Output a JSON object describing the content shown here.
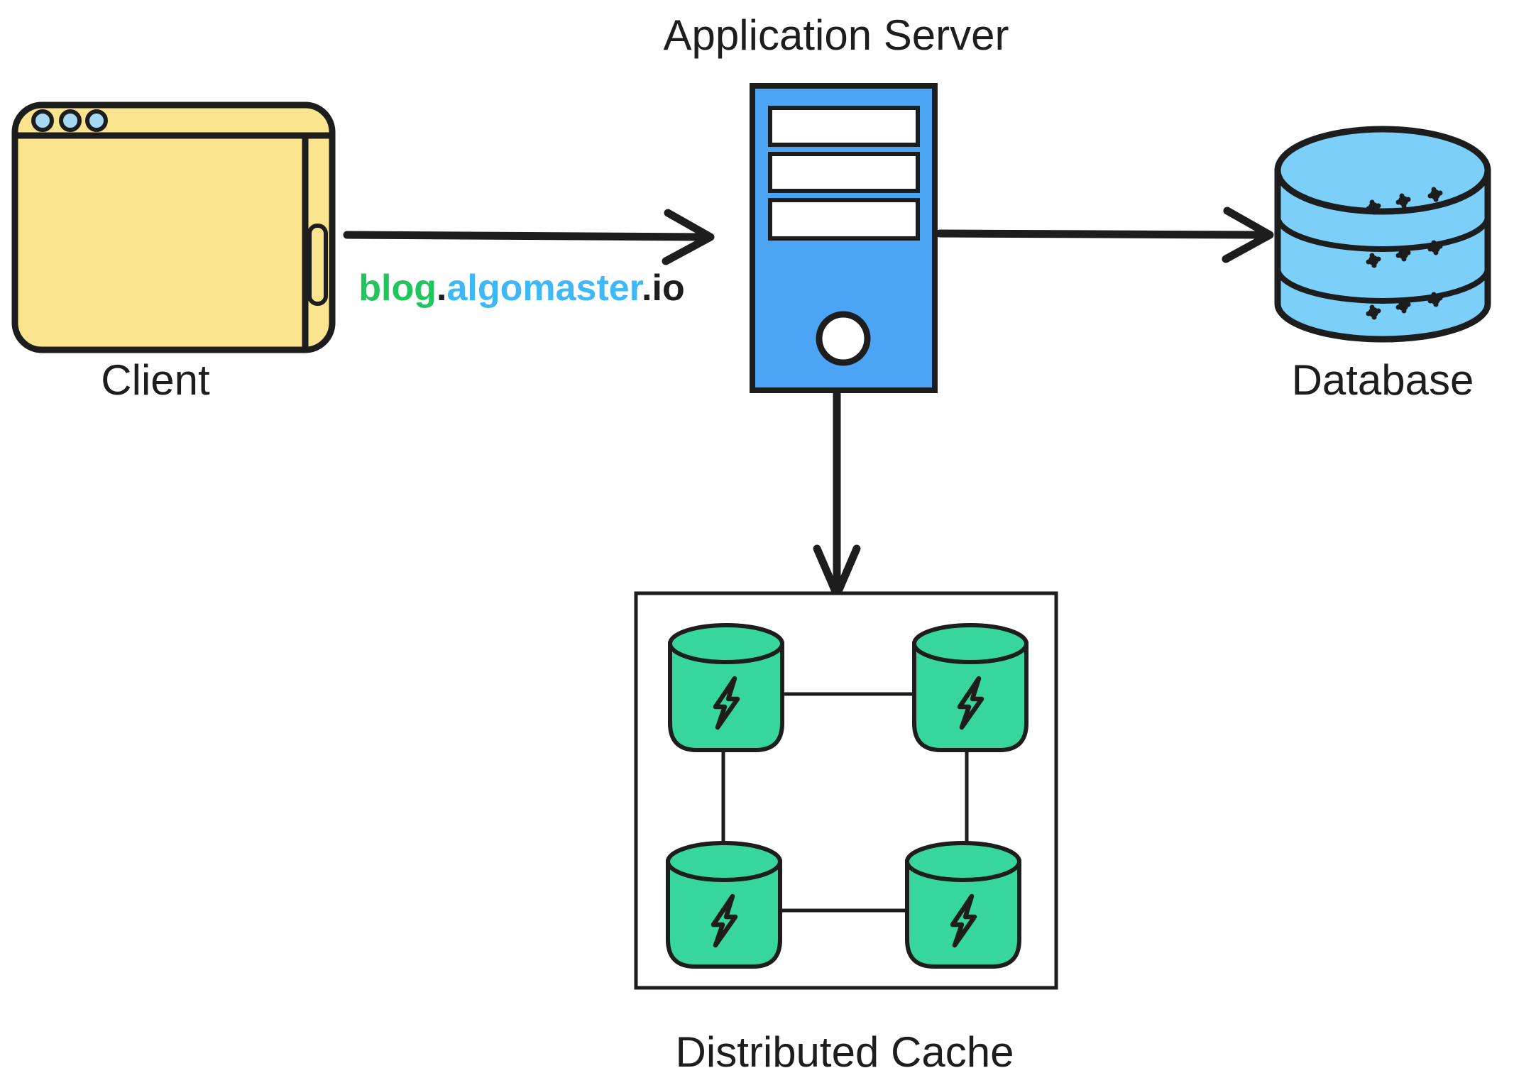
{
  "nodes": {
    "client": {
      "label": "Client",
      "type": "browser-window",
      "fill": "#FBE48E",
      "dots_fill": "#A5D9F6"
    },
    "app_server": {
      "label": "Application Server",
      "type": "server-tower",
      "fill": "#4BA5F4",
      "slot_count": 3
    },
    "database": {
      "label": "Database",
      "type": "database-cylinder",
      "fill": "#7BCFF9",
      "layer_count": 3
    },
    "distributed_cache": {
      "label": "Distributed Cache",
      "type": "cache-cluster",
      "node_count": 4,
      "node_fill": "#36D69C",
      "node_icon": "lightning-bolt"
    }
  },
  "edges": [
    {
      "from": "client",
      "to": "app_server",
      "style": "arrow"
    },
    {
      "from": "app_server",
      "to": "database",
      "style": "arrow"
    },
    {
      "from": "app_server",
      "to": "distributed_cache",
      "style": "arrow"
    },
    {
      "from": "cache-node-1",
      "to": "cache-node-2",
      "style": "line"
    },
    {
      "from": "cache-node-1",
      "to": "cache-node-3",
      "style": "line"
    },
    {
      "from": "cache-node-2",
      "to": "cache-node-4",
      "style": "line"
    },
    {
      "from": "cache-node-3",
      "to": "cache-node-4",
      "style": "line"
    }
  ],
  "watermark": {
    "blog": "blog",
    "dot1": ".",
    "algomaster": "algomaster",
    "dot2": ".io",
    "blog_color": "#21C55D",
    "algomaster_color": "#3EB8F8",
    "io_color": "#1D1D1D"
  },
  "colors": {
    "background": "#FFFFFF",
    "stroke": "#1D1D1D",
    "client_yellow": "#FBE48E",
    "client_dots_blue": "#A5D9F6",
    "server_blue": "#4BA5F4",
    "database_blue": "#7BCFF9",
    "cache_green": "#36D69C"
  }
}
